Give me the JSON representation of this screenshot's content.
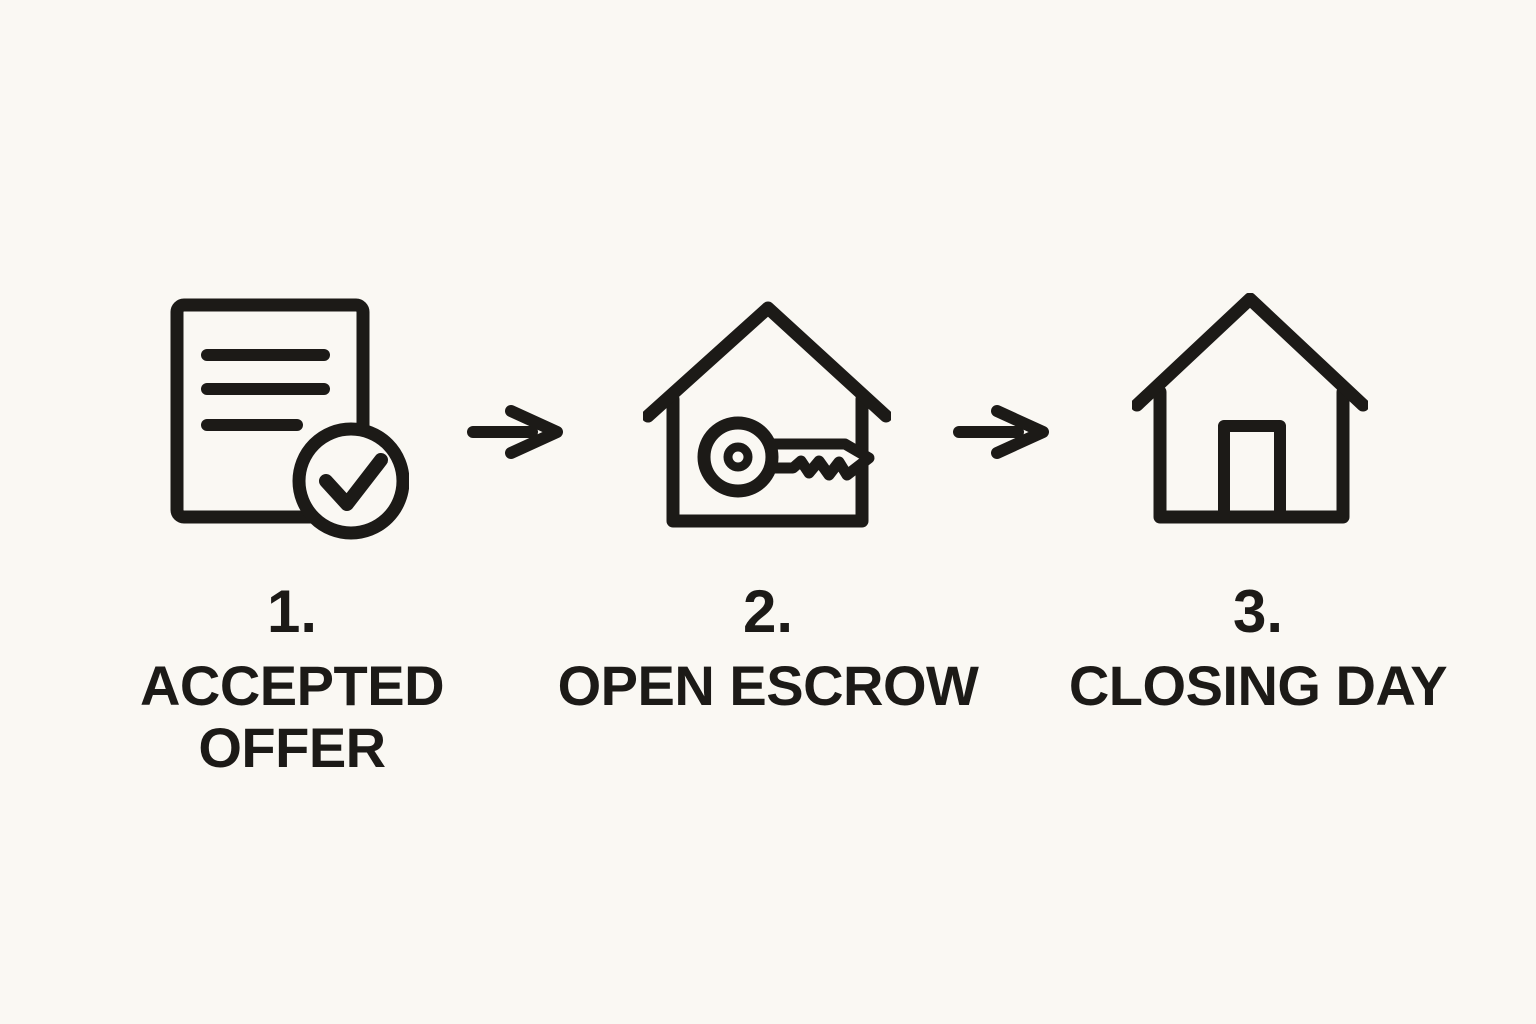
{
  "diagram": {
    "title": "home purchase process flow",
    "background_color": "#faf8f3",
    "ink_color": "#1c1a17",
    "steps": [
      {
        "number": "1.",
        "label": "ACCEPTED OFFER",
        "icon": "document-check-icon"
      },
      {
        "number": "2.",
        "label": "OPEN ESCROW",
        "icon": "house-key-icon"
      },
      {
        "number": "3.",
        "label": "CLOSING DAY",
        "icon": "house-icon"
      }
    ],
    "connectors": [
      {
        "type": "right-arrow"
      },
      {
        "type": "right-arrow"
      }
    ]
  }
}
